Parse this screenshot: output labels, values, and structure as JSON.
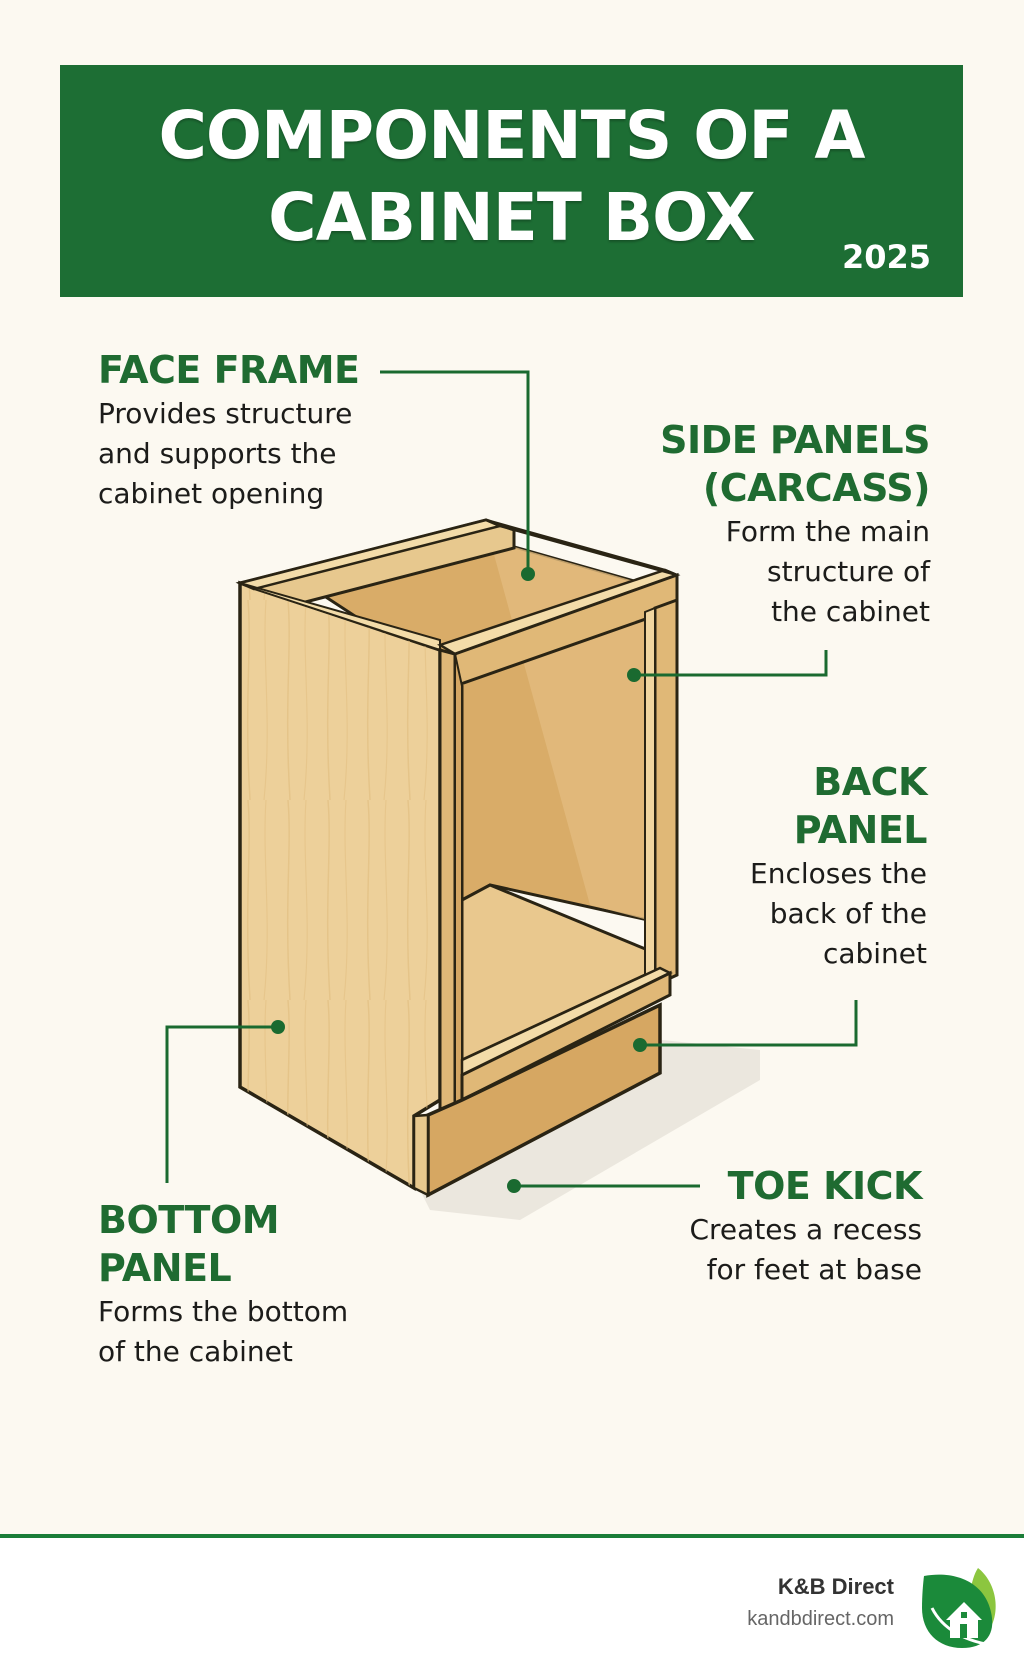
{
  "header": {
    "title_line1": "COMPONENTS OF A",
    "title_line2": "CABINET BOX",
    "year": "2025"
  },
  "components": [
    {
      "id": "face-frame",
      "heading_lines": [
        "FACE FRAME"
      ],
      "description_lines": [
        "Provides structure",
        "and supports the",
        "cabinet opening"
      ]
    },
    {
      "id": "side-panels",
      "heading_lines": [
        "SIDE PANELS",
        "(CARCASS)"
      ],
      "description_lines": [
        "Form the main",
        "structure of",
        "the cabinet"
      ]
    },
    {
      "id": "back-panel",
      "heading_lines": [
        "BACK",
        "PANEL"
      ],
      "description_lines": [
        "Encloses the",
        "back of the",
        "cabinet"
      ]
    },
    {
      "id": "toe-kick",
      "heading_lines": [
        "TOE KICK"
      ],
      "description_lines": [
        "Creates a recess",
        "for feet at base"
      ]
    },
    {
      "id": "bottom-panel",
      "heading_lines": [
        "BOTTOM",
        "PANEL"
      ],
      "description_lines": [
        "Forms the bottom",
        "of the cabinet"
      ]
    }
  ],
  "footer": {
    "brand_name": "K&B Direct",
    "brand_url": "kandbdirect.com"
  },
  "colors": {
    "header_green": "#1d6e34",
    "heading_green": "#1f6b31",
    "leader_green": "#1a6a30",
    "background": "#fcf9f1",
    "wood_light": "#edd09a",
    "wood_mid": "#deb677",
    "wood_dark": "#c99a55",
    "outline": "#2a2414",
    "logo_dark_green": "#1b8a3a",
    "logo_light_green": "#8cc63f"
  }
}
